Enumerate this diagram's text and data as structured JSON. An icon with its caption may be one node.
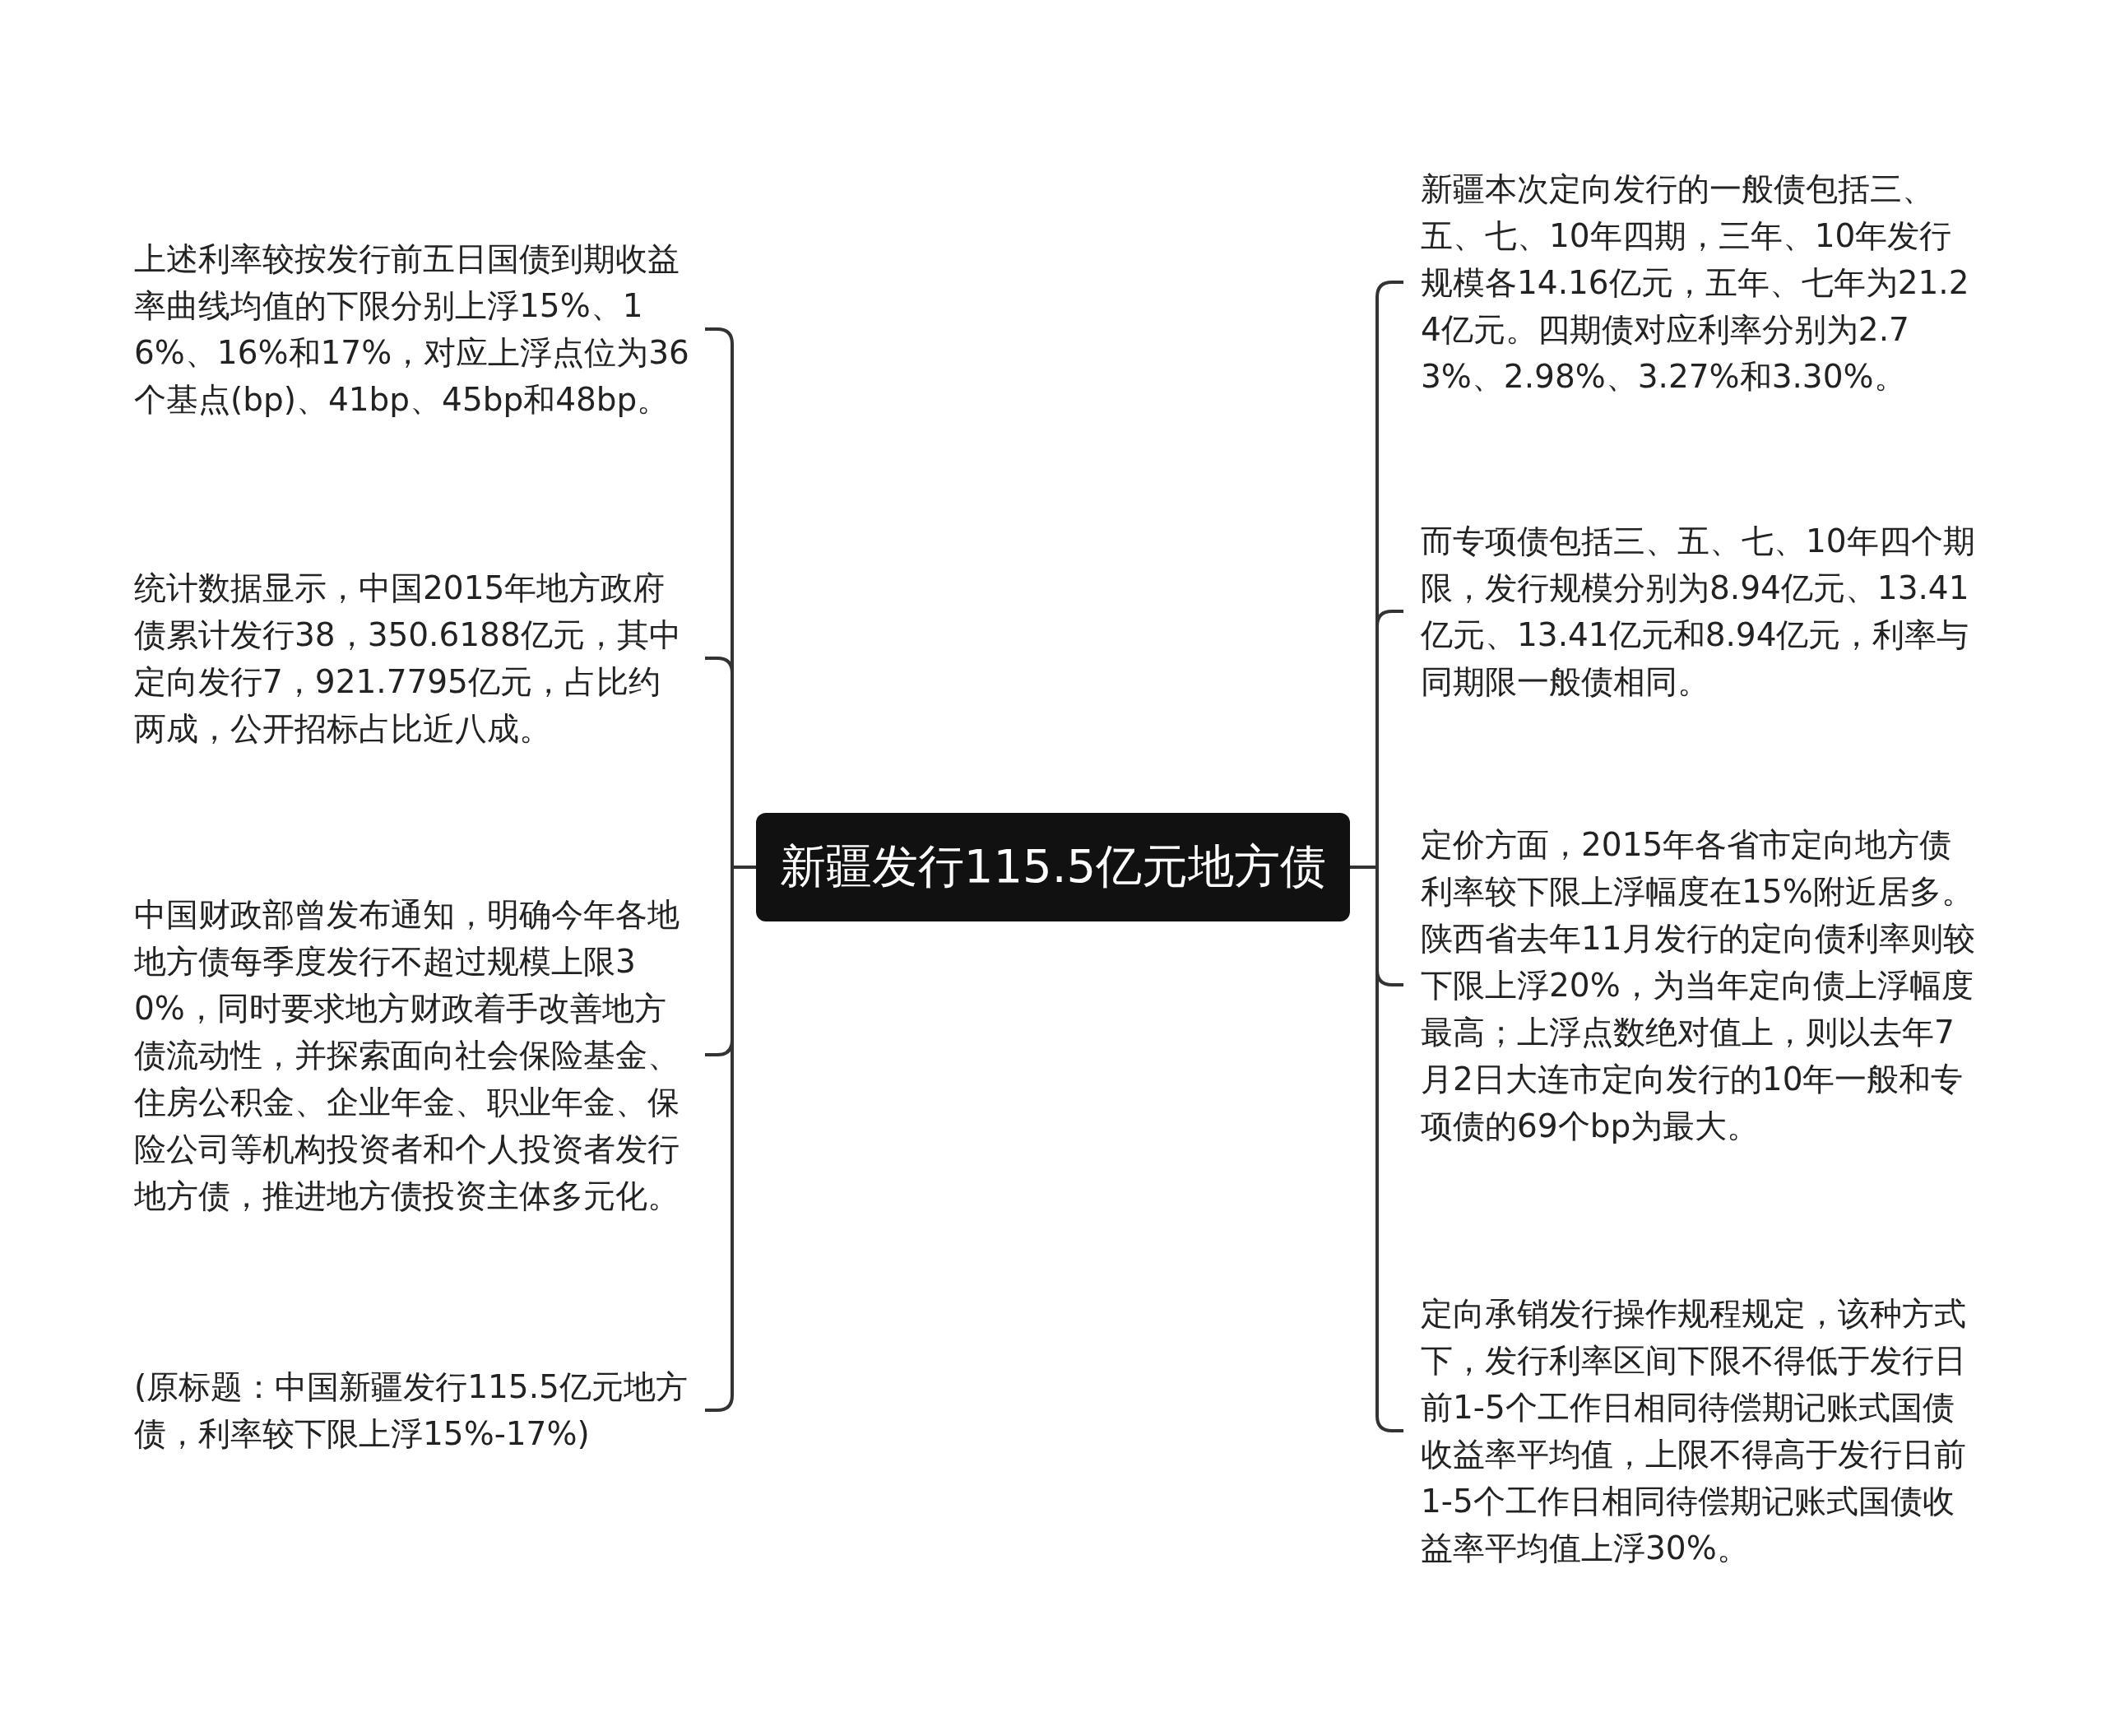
{
  "diagram": {
    "nodes": [
      {
        "text": [
          "新疆发行115.5亿元地方债"
        ]
      },
      {
        "text": [
          "上述利率较按发行前五日国债到期收益率曲线均值的下限分别上浮15%、16%、16%和17%，对应上浮点位为36个基点(bp)、41bp、45bp和48bp。"
        ]
      },
      {
        "text": [
          "统计数据显示，中国2015年地方政府债累计发行38，350.6188亿元，其中定向发行7，921.7795亿元，占比约两成，公开招标占比近八成。"
        ]
      },
      {
        "text": [
          "中国财政部曾发布通知，明确今年各地地方债每季度发行不超过规模上限30%，同时要求地方财政着手改善地方债流动性，并探索面向社会保险基金、住房公积金、企业年金、职业年金、保险公司等机构投资者和个人投资者发行地方债，推进地方债投资主体多元化。"
        ]
      },
      {
        "text": [
          "(原标题：中国新疆发行115.5亿元地方债，利率较下限上浮15%-17%)"
        ]
      },
      {
        "text": [
          "新疆本次定向发行的一般债包括三、五、七、10年四期，三年、10年发行规模各14.16亿元，五年、七年为21.24亿元。四期债对应利率分别为2.73%、2.98%、3.27%和3.30%。"
        ]
      },
      {
        "text": [
          "而专项债包括三、五、七、10年四个期限，发行规模分别为8.94亿元、13.41亿元、13.41亿元和8.94亿元，利率与同期限一般债相同。"
        ]
      },
      {
        "text": [
          "定价方面，2015年各省市定向地方债利率较下限上浮幅度在15%附近居多。陕西省去年11月发行的定向债利率则较下限上浮20%，为当年定向债上浮幅度最高；上浮点数绝对值上，则以去年7月2日大连市定向发行的10年一般和专项债的69个bp为最大。"
        ]
      },
      {
        "text": [
          "定向承销发行操作规程规定，该种方式下，发行利率区间下限不得低于发行日前1-5个工作日相同待偿期记账式国债收益率平均值，上限不得高于发行日前1-5个工作日相同待偿期记账式国债收益率平均值上浮30%。"
        ]
      }
    ],
    "edges": [
      {
        "from": 0,
        "to": 1,
        "arrow": "none"
      },
      {
        "from": 0,
        "to": 2,
        "arrow": "none"
      },
      {
        "from": 0,
        "to": 3,
        "arrow": "none"
      },
      {
        "from": 0,
        "to": 4,
        "arrow": "none"
      },
      {
        "from": 0,
        "to": 5,
        "arrow": "none"
      },
      {
        "from": 0,
        "to": 6,
        "arrow": "none"
      },
      {
        "from": 0,
        "to": 7,
        "arrow": "none"
      },
      {
        "from": 0,
        "to": 8,
        "arrow": "none"
      }
    ]
  }
}
